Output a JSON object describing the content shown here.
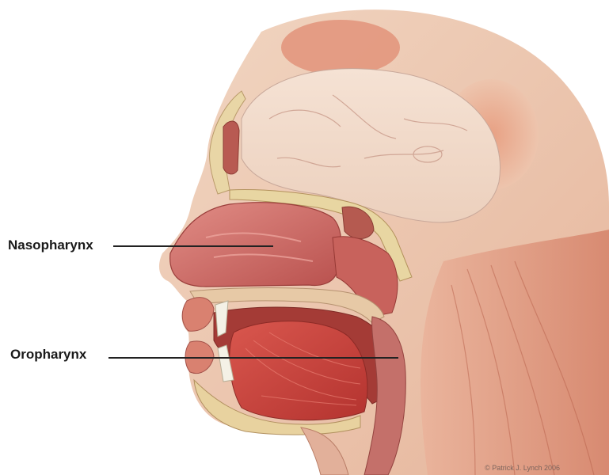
{
  "labels": {
    "nasopharynx": "Nasopharynx",
    "oropharynx": "Oropharynx"
  },
  "credit": "© Patrick J. Lynch 2006",
  "colors": {
    "skin": "#efcfb7",
    "muscle": "#d9826a",
    "cavity": "#c95c5a",
    "bone": "#e8d8a8",
    "tongue": "#c9413d",
    "leader_line": "#222222"
  }
}
